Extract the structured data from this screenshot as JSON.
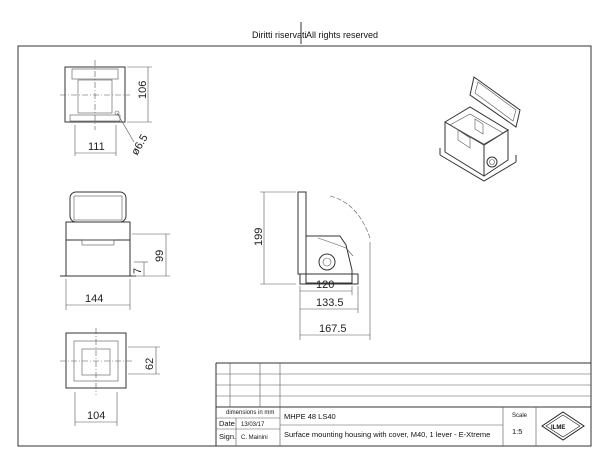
{
  "header": {
    "rights_it": "Diritti riservati",
    "rights_en": "All rights reserved"
  },
  "dimensions": {
    "top_height": "106",
    "top_width": "111",
    "hole": "ø6.5",
    "front_height": "99",
    "front_small": "7",
    "front_width": "144",
    "bottom_depth": "62",
    "bottom_width": "104",
    "side_height": "199",
    "side_w1": "120",
    "side_w2": "133.5",
    "side_w3": "167.5"
  },
  "title_block": {
    "units_label": "dimensions in mm",
    "date_label": "Date",
    "date_value": "13/03/17",
    "sign_label": "Sign.",
    "sign_value": "C. Mainini",
    "part_code": "MHPE 48 LS40",
    "description": "Surface mounting housing with cover, M40, 1 lever - E-Xtreme",
    "scale_label": "Scale",
    "scale_value": "1:5",
    "logo_text": "ILME"
  }
}
